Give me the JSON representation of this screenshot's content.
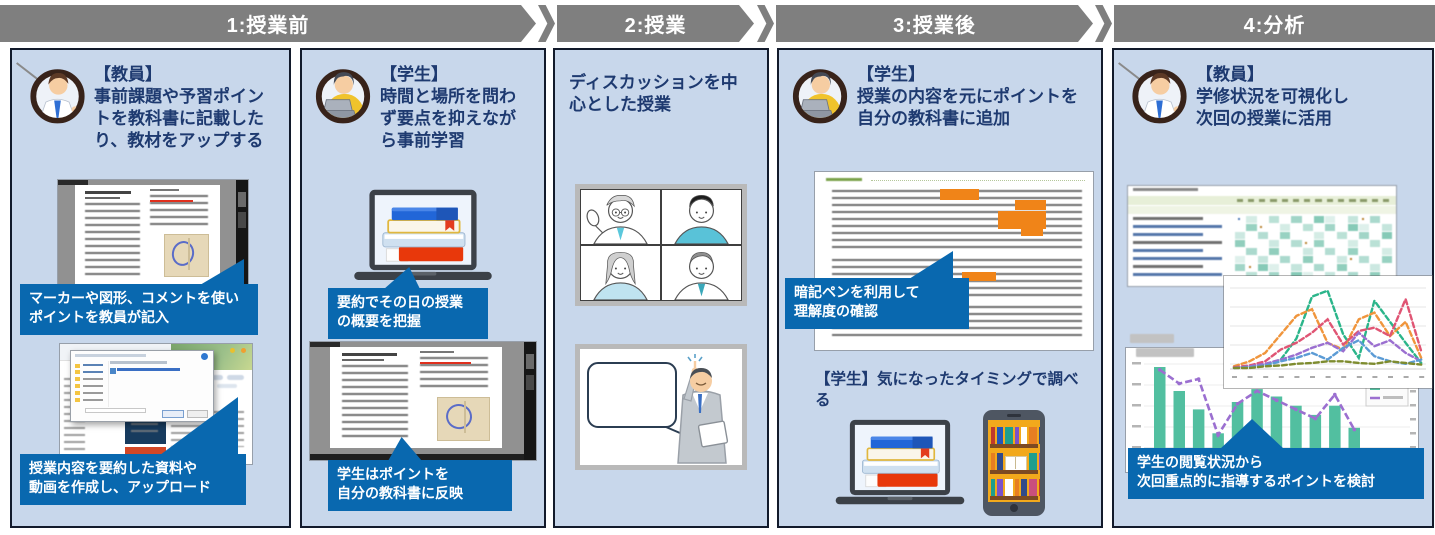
{
  "header": {
    "steps": [
      {
        "label": "1:授業前"
      },
      {
        "label": "2:授業"
      },
      {
        "label": "3:授業後"
      },
      {
        "label": "4:分析"
      }
    ]
  },
  "colors": {
    "accent_blue": "#0968af",
    "panel_blue": "#c8d7eb",
    "arrow_gray": "#7f7f7f",
    "title_navy": "#1e3a70",
    "highlight_orange": "#f08418",
    "bar_teal": "#52bfa0",
    "line_purple": "#9b6fd0"
  },
  "panels": [
    {
      "id": "before-class-teacher",
      "actor": "teacher",
      "role": "【教員】",
      "title": "事前課題や予習ポイン\nトを教科書に記載した\nり、教材をアップする",
      "callout1": "マーカーや図形、コメントを使い\nポイントを教員が記入",
      "callout2": "授業内容を要約した資料や\n動画を作成し、アップロード"
    },
    {
      "id": "before-class-student",
      "actor": "student",
      "role": "【学生】",
      "title": "時間と場所を問わ\nず要点を抑えなが\nら事前学習",
      "callout1": "要約でその日の授業\nの概要を把握",
      "callout2": "学生はポイントを\n自分の教科書に反映"
    },
    {
      "id": "during-class",
      "title": "ディスカッションを中\n心とした授業"
    },
    {
      "id": "after-class-student",
      "actor": "student",
      "role": "【学生】",
      "title": "授業の内容を元にポイントを\n自分の教科書に追加",
      "callout1": "暗記ペンを利用して\n理解度の確認",
      "note": "【学生】気になったタイミングで調べ\nる"
    },
    {
      "id": "analysis-teacher",
      "actor": "teacher",
      "role": "【教員】",
      "title": "学修状況を可視化し\n次回の授業に活用",
      "callout1": "学生の閲覧状況から\n次回重点的に指導するポイントを検討",
      "analytics": {
        "bar_chart": {
          "type": "bar",
          "values": [
            88,
            62,
            42,
            16,
            50,
            64,
            56,
            46,
            36,
            46,
            22
          ],
          "overlay_line": [
            85,
            70,
            75,
            14,
            48,
            62,
            52,
            42,
            32,
            58,
            20
          ],
          "bar_color": "#52bfa0",
          "line_color": "#9b6fd0"
        },
        "line_chart": {
          "type": "line",
          "series": [
            {
              "color": "#2bb58a",
              "values": [
                1,
                2,
                4,
                10,
                35,
                85,
                92,
                40,
                12,
                80,
                55,
                30,
                6
              ]
            },
            {
              "color": "#f0953c",
              "values": [
                2,
                8,
                18,
                40,
                62,
                70,
                30,
                22,
                58,
                66,
                38,
                55,
                12
              ]
            },
            {
              "color": "#e05574",
              "values": [
                1,
                3,
                8,
                22,
                30,
                42,
                58,
                28,
                44,
                48,
                38,
                82,
                20
              ]
            },
            {
              "color": "#9b6fd0",
              "values": [
                0,
                2,
                5,
                10,
                16,
                24,
                30,
                20,
                42,
                26,
                33,
                18,
                8
              ]
            },
            {
              "color": "#5b9bd5",
              "values": [
                0,
                1,
                3,
                8,
                12,
                18,
                10,
                24,
                33,
                14,
                8,
                5,
                10
              ]
            },
            {
              "color": "#7e8c2f",
              "values": [
                0,
                0,
                2,
                3,
                5,
                6,
                8,
                8,
                6,
                5,
                8,
                6,
                4
              ]
            }
          ]
        }
      }
    }
  ]
}
